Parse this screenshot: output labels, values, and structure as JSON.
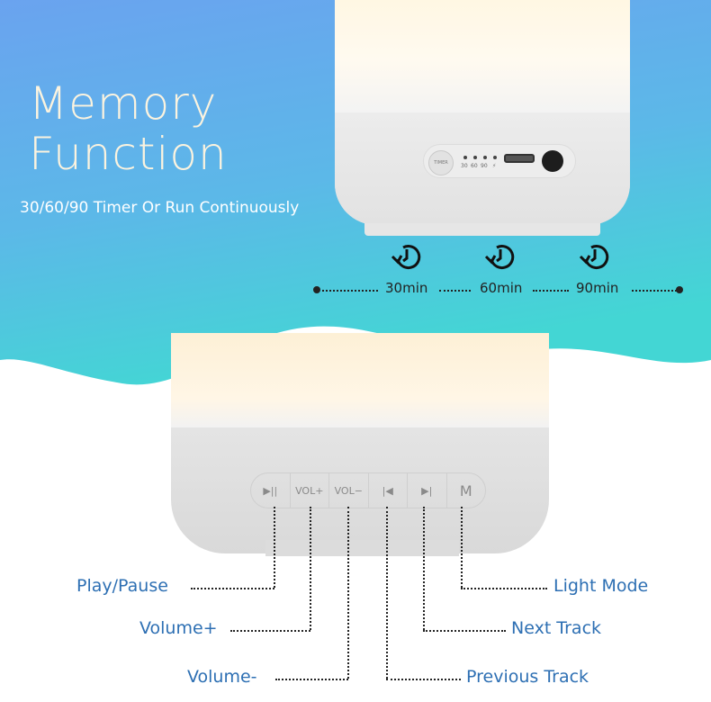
{
  "heading": {
    "line1": "Memory",
    "line2": "Function",
    "subtitle": "30/60/90 Timer Or Run Continuously"
  },
  "device_top": {
    "timer_button": "TIMER",
    "leds": [
      "30",
      "60",
      "90",
      "⚡"
    ]
  },
  "timeline": {
    "labels": [
      "30min",
      "60min",
      "90min"
    ]
  },
  "buttons": [
    "▶||",
    "VOL+",
    "VOL−",
    "|◀",
    "▶|",
    "M"
  ],
  "callouts": {
    "play_pause": "Play/Pause",
    "volume_up": "Volume+",
    "volume_down": "Volume-",
    "previous": "Previous Track",
    "next": "Next Track",
    "light_mode": "Light Mode"
  },
  "colors": {
    "bg_top": "#6aa3ef",
    "bg_bottom": "#43d6d4",
    "callout": "#2d6fb3"
  }
}
